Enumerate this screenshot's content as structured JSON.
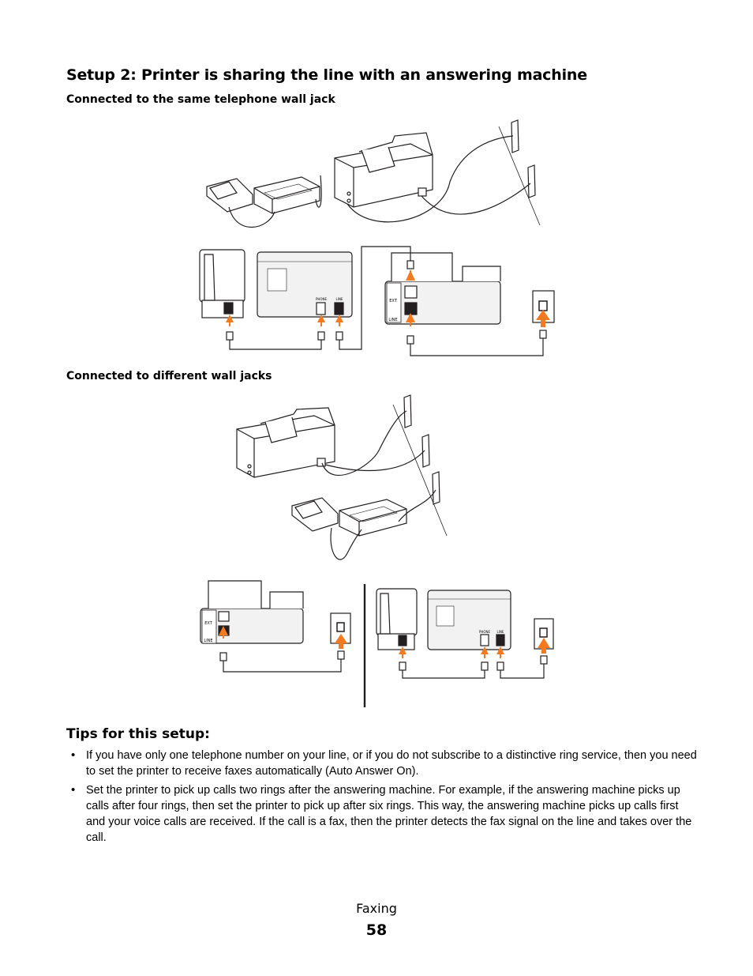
{
  "page": {
    "heading": "Setup 2: Printer is sharing the line with an answering machine",
    "section1_title": "Connected to the same telephone wall jack",
    "section2_title": "Connected to different wall jacks",
    "tips_title": "Tips for this setup:",
    "tips": [
      "If you have only one telephone number on your line, or if you do not subscribe to a distinctive ring service, then you need to set the printer to receive faxes automatically (Auto Answer On).",
      "Set the printer to pick up calls two rings after the answering machine. For example, if the answering machine picks up calls after four rings, then set the printer to pick up after six rings. This way, the answering machine picks up calls first and your voice calls are received. If the call is a fax, then the printer detects the fax signal on the line and takes over the call."
    ],
    "footer_label": "Faxing",
    "page_number": "58"
  },
  "diagram_labels": {
    "phone_port": "PHONE",
    "line_port": "LINE",
    "ext_port": "EXT"
  },
  "colors": {
    "arrow": "#f47a20",
    "ink": "#231f20",
    "panel_fill": "#f2f2f2"
  }
}
